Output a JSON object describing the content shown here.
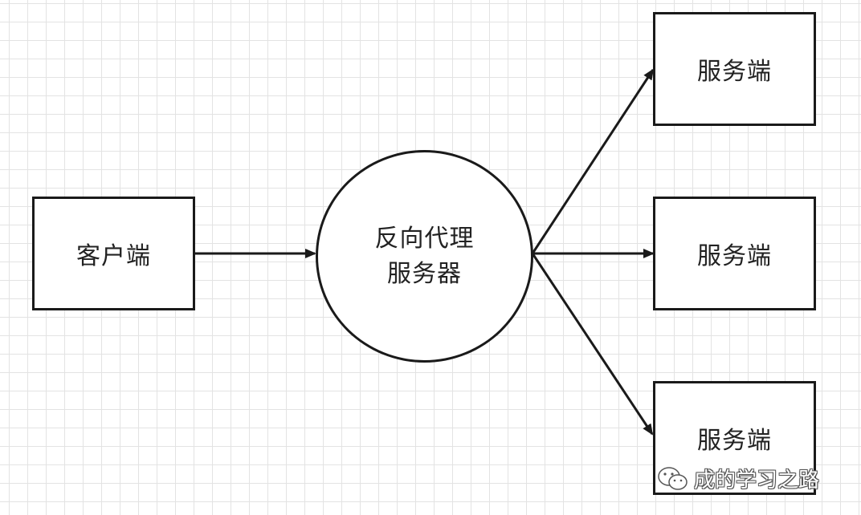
{
  "diagram": {
    "client": {
      "label": "客户端"
    },
    "proxy": {
      "line1": "反向代理",
      "line2": "服务器"
    },
    "servers": [
      {
        "label": "服务端"
      },
      {
        "label": "服务端"
      },
      {
        "label": "服务端"
      }
    ],
    "edges": [
      {
        "from": "客户端",
        "to": "反向代理服务器"
      },
      {
        "from": "反向代理服务器",
        "to": "服务端 (top)"
      },
      {
        "from": "反向代理服务器",
        "to": "服务端 (middle)"
      },
      {
        "from": "反向代理服务器",
        "to": "服务端 (bottom)"
      }
    ]
  },
  "watermark": {
    "text": "成的学习之路",
    "icon": "wechat-icon"
  },
  "colors": {
    "stroke": "#1a1a1a",
    "grid": "#e3e3e3",
    "text": "#222222"
  }
}
